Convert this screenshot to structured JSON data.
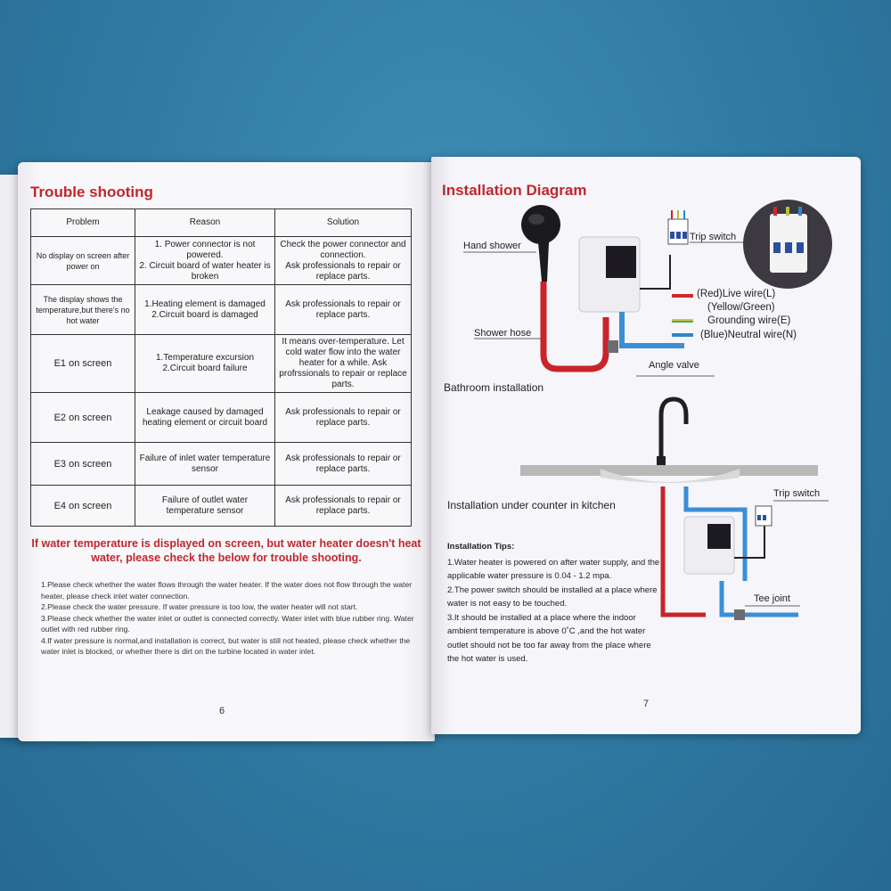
{
  "left_page": {
    "title": "Trouble shooting",
    "table": {
      "headers": [
        "Problem",
        "Reason",
        "Solution"
      ],
      "rows": [
        {
          "problem": "No display on screen after power on",
          "reason": "1. Power connector is not powered.\n2. Circuit board  of water heater is broken",
          "solution": "Check the power connector and connection.\nAsk professionals to repair or replace parts."
        },
        {
          "problem": "The display shows the temperature,but there's no hot water",
          "reason": "1.Heating element is damaged\n2.Circuit board is damaged",
          "solution": "Ask professionals to repair or replace parts."
        },
        {
          "problem": "E1  on screen",
          "reason": "1.Temperature excursion\n2.Circuit board failure",
          "solution": "It means over-temperature. Let cold water flow into the water heater for a while. Ask profrssionals to repair or replace parts."
        },
        {
          "problem": "E2  on screen",
          "reason": "Leakage caused by damaged heating element or circuit board",
          "solution": "Ask professionals to repair or replace parts."
        },
        {
          "problem": "E3  on screen",
          "reason": "Failure of inlet water temperature sensor",
          "solution": "Ask professionals to repair or replace parts."
        },
        {
          "problem": "E4  on screen",
          "reason": "Failure of outlet water temperature sensor",
          "solution": "Ask professionals to repair or replace parts."
        }
      ]
    },
    "warning": "If water temperature is displayed on screen, but water heater doesn't heat water, please check the below for trouble shooting.",
    "steps": [
      "1.Please check whether the water flows through the water heater. If the water does not flow through the water heater, please check inlet water connection.",
      "2.Please check the water pressure. If water pressure is too low, the water heater will not start.",
      "3.Please check whether the water inlet or outlet is connected correctly. Water inlet with blue rubber ring. Water outlet with red rubber ring.",
      "4.If water pressure is normal,and installation is correct, but water is still not heated, please check whether the water inlet is blocked, or whether there is dirt on the turbine located in water inlet."
    ],
    "page_number": "6"
  },
  "right_page": {
    "title": "Installation Diagram",
    "labels": {
      "hand_shower": "Hand shower",
      "trip_switch": "Trip switch",
      "shower_hose": "Shower hose",
      "angle_valve": "Angle valve",
      "bathroom": "Bathroom installation",
      "kitchen": "Installation under counter in kitchen",
      "trip_switch_2": "Trip switch",
      "tee_joint": "Tee joint"
    },
    "wires": [
      {
        "label": "(Red)Live wire(L)",
        "color": "#d3272b"
      },
      {
        "label": "(Yellow/Green)",
        "color": ""
      },
      {
        "label": "Grounding wire(E)",
        "color": "#c9c94a"
      },
      {
        "label": "(Blue)Neutral wire(N)",
        "color": "#2c86cf"
      }
    ],
    "tips_title": "Installation Tips:",
    "tips": [
      "1.Water heater is powered on after water supply, and the applicable water pressure is 0.04 - 1.2 mpa.",
      "2.The power switch should be installed at a place where water is not easy to be touched.",
      "3.It should be installed at a place where the indoor ambient temperature is above 0˚C ,and the hot water outlet should not be too far away from the place where the hot water is used."
    ],
    "page_number": "7"
  }
}
